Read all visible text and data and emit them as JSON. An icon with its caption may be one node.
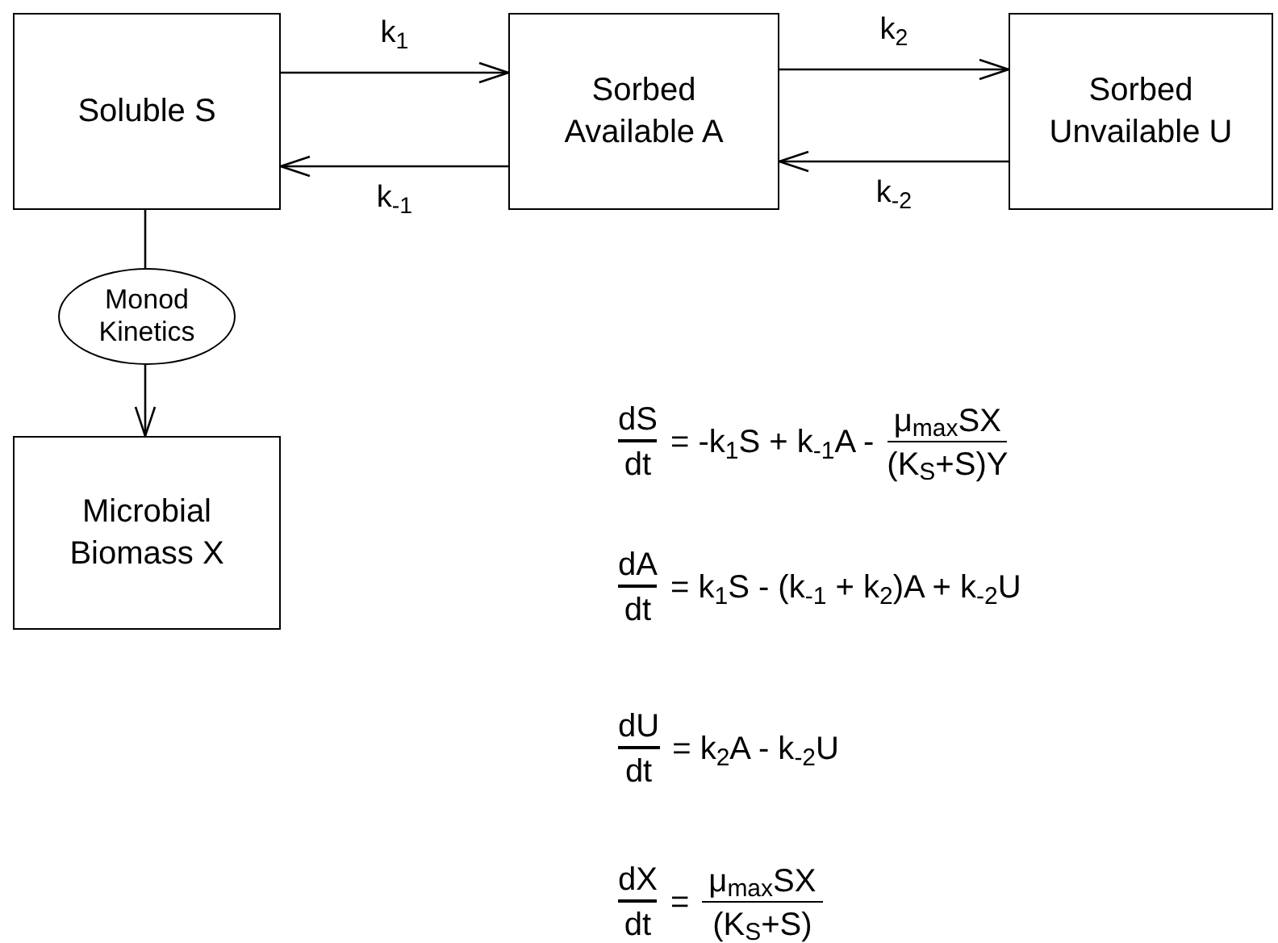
{
  "diagram": {
    "nodes": [
      {
        "text": [
          "Soluble S"
        ]
      },
      {
        "text": [
          "Sorbed Available A"
        ]
      },
      {
        "text": [
          "Sorbed Unvailable U"
        ]
      },
      {
        "text": [
          "Monod Kinetics"
        ]
      },
      {
        "text": [
          "Microbial Biomass X"
        ]
      }
    ],
    "edges": [
      {
        "from": 0,
        "to": 1,
        "arrow": "to",
        "label": "k$_{1}$"
      },
      {
        "from": 1,
        "to": 0,
        "arrow": "to",
        "label": "k$_{-1}$"
      },
      {
        "from": 1,
        "to": 2,
        "arrow": "to",
        "label": "k$_{2}$"
      },
      {
        "from": 2,
        "to": 1,
        "arrow": "to",
        "label": "k$_{-2}$"
      },
      {
        "from": 0,
        "to": 3,
        "arrow": "none"
      },
      {
        "from": 3,
        "to": 4,
        "arrow": "to"
      }
    ],
    "labels": [
      "dS",
      "dt",
      "= -k$_{1}$S + k$_{-1}$A -",
      "μ$_{max}$SX",
      "(K$_{S}$+S)Y",
      "dA",
      "dt",
      "= k$_{1}$S - (k$_{-1}$ + k$_{2}$)A + k$_{-2}$U",
      "dU",
      "dt",
      "= k$_{2}$A - k$_{-2}$U",
      "dX",
      "dt",
      "=",
      "μ$_{max}$SX",
      "(K$_{S}$+S)"
    ]
  }
}
